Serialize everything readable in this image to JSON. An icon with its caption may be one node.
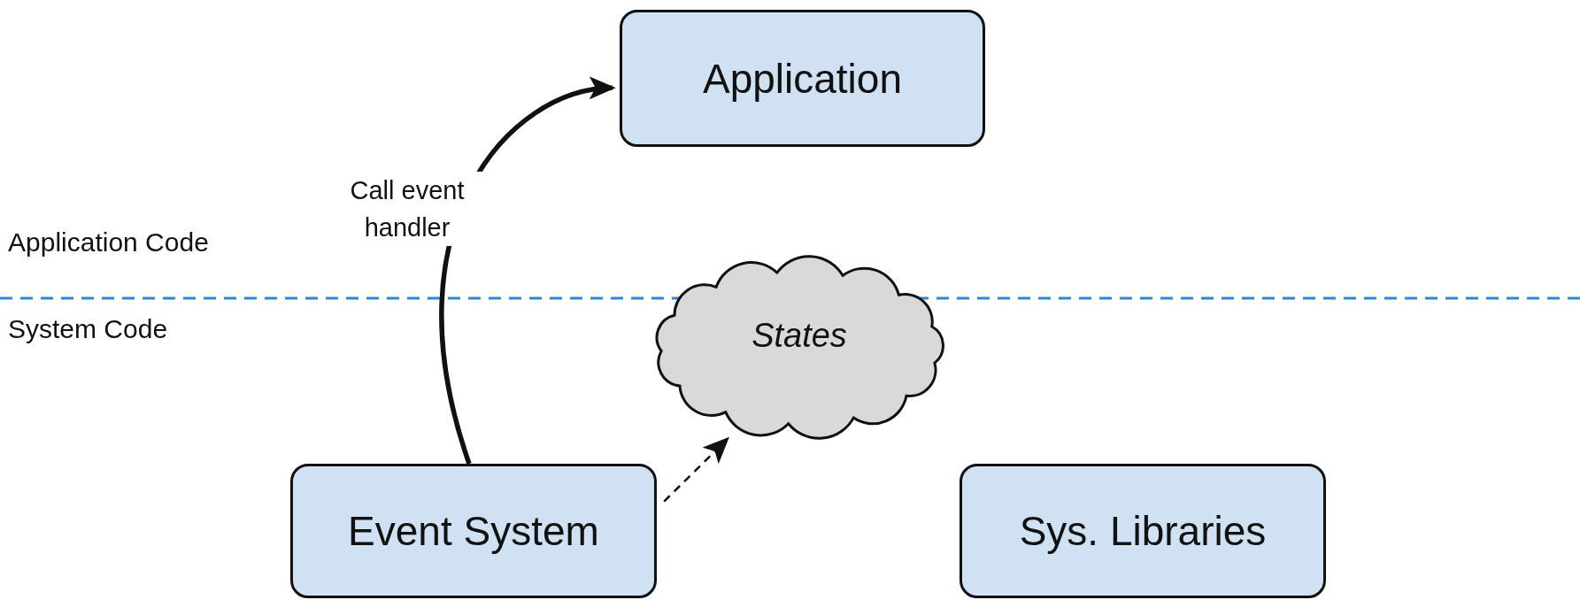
{
  "diagram": {
    "nodes": [
      {
        "text": [
          "Application"
        ]
      },
      {
        "text": [
          "States"
        ]
      },
      {
        "text": [
          "Event System"
        ]
      },
      {
        "text": [
          "Sys. Libraries"
        ]
      }
    ],
    "edges": [
      {
        "from": 2,
        "to": 0,
        "arrow": "to",
        "label": "Call event handler",
        "style": "thick"
      },
      {
        "from": 2,
        "to": 1,
        "arrow": "to",
        "style": "dashed"
      }
    ],
    "labels": [
      "Application Code",
      "System Code"
    ]
  }
}
